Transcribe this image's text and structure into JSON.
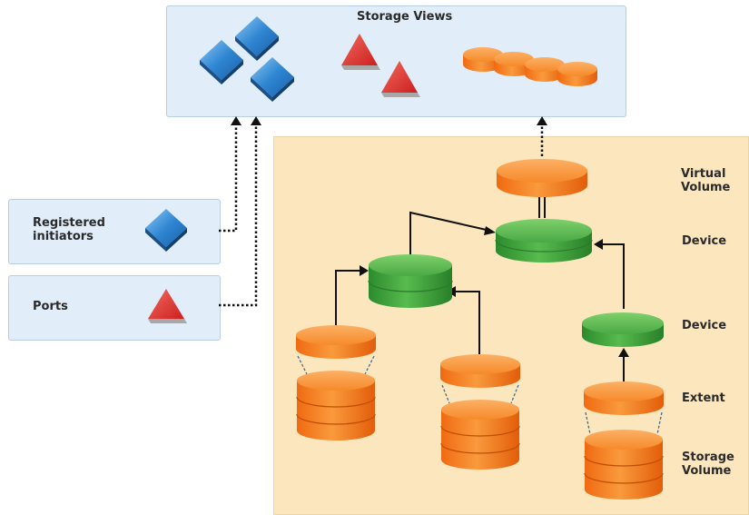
{
  "storage_views": {
    "title": "Storage Views"
  },
  "initiators": {
    "label": "Registered\ninitiators"
  },
  "ports": {
    "label": "Ports"
  },
  "layers": {
    "virtual_volume": "Virtual\nVolume",
    "device_top": "Device",
    "device_lower": "Device",
    "extent": "Extent",
    "storage_volume": "Storage\nVolume"
  },
  "colors": {
    "panel_blue": "#e1edf8",
    "panel_tan": "#fbe6bd",
    "orange": "#f07a1e",
    "green": "#3aa13a",
    "blue_icon": "#2f86d2",
    "red_icon": "#e23030"
  }
}
